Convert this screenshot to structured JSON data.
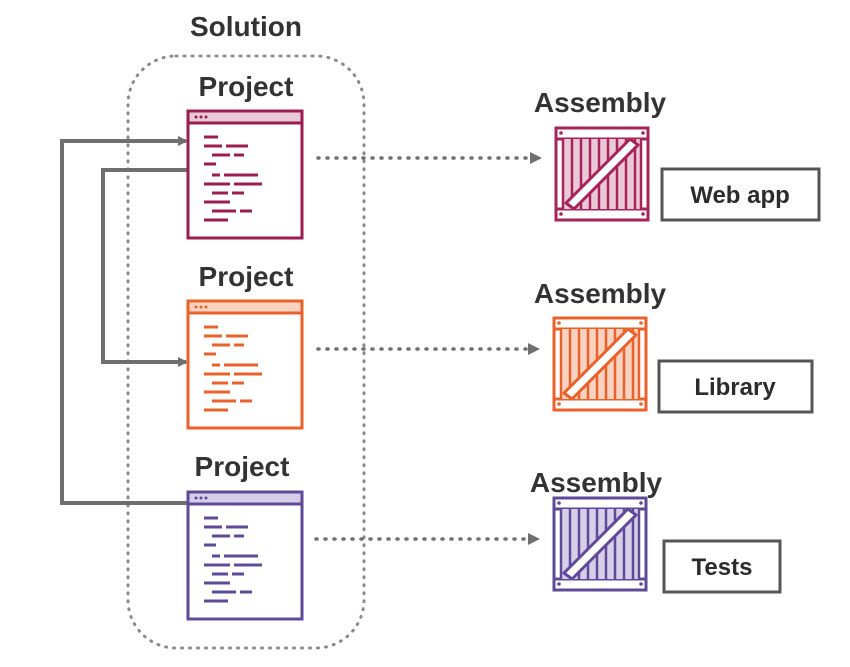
{
  "solution": {
    "title": "Solution"
  },
  "projects": [
    {
      "label": "Project",
      "color": "#9b1d4f",
      "light": "#e8c9d6"
    },
    {
      "label": "Project",
      "color": "#e9622b",
      "light": "#f8d3c1"
    },
    {
      "label": "Project",
      "color": "#5f4a99",
      "light": "#d6cfe8"
    }
  ],
  "assemblies": [
    {
      "label": "Assembly",
      "output": "Web app",
      "color": "#a7245a",
      "light": "#eac9d7"
    },
    {
      "label": "Assembly",
      "output": "Library",
      "color": "#e9622b",
      "light": "#f8d3c1"
    },
    {
      "label": "Assembly",
      "output": "Tests",
      "color": "#5f4a99",
      "light": "#d6cfe8"
    }
  ],
  "colors": {
    "connector": "#6f6f6f",
    "dots": "#8a8a8a",
    "text": "#2b2b2b",
    "label_border": "#555555"
  }
}
